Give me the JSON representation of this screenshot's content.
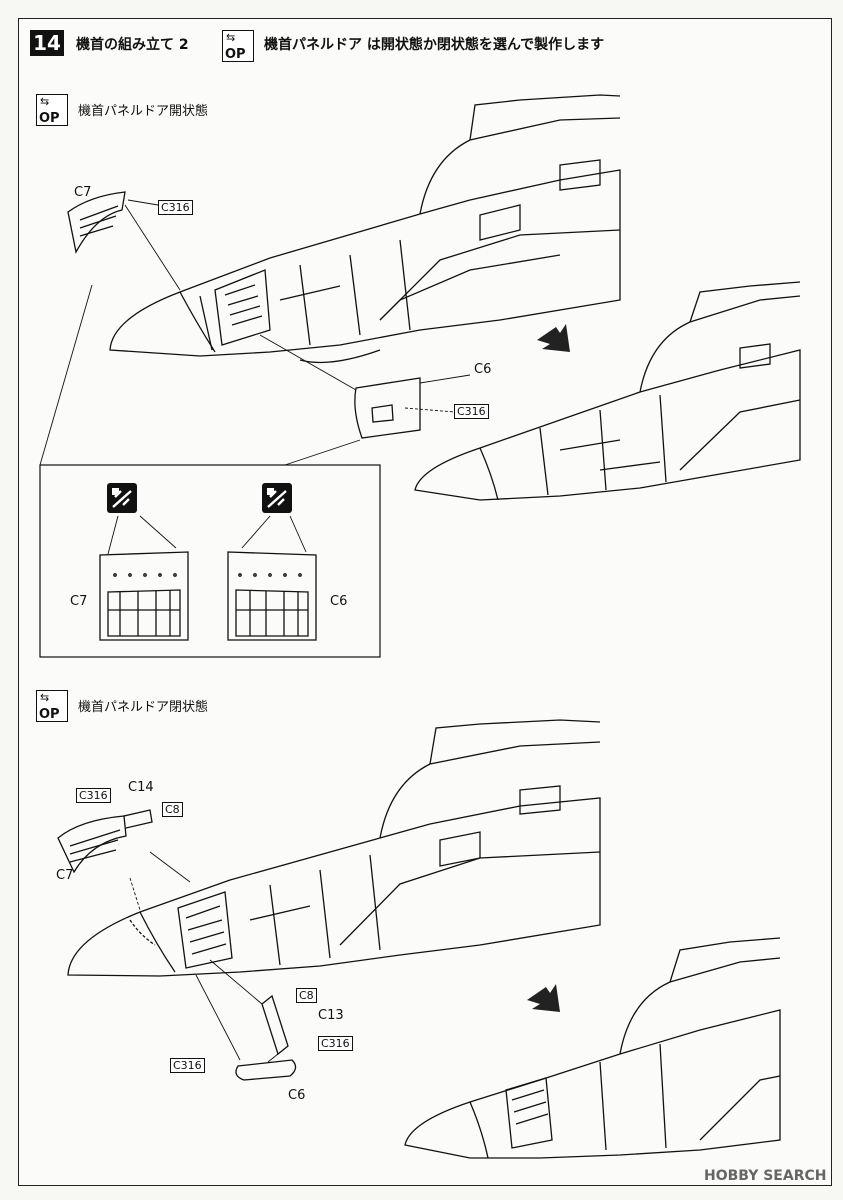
{
  "header": {
    "step_number": "14",
    "step_title": "機首の組み立て 2",
    "option_icon_text": "OP",
    "option_note": "機首パネルドア は開状態か閉状態を選んで製作します"
  },
  "section_open": {
    "icon_text": "OP",
    "title": "機首パネルドア開状態",
    "labels": {
      "door_left": "C7",
      "door_left_part": "C316",
      "door_right": "C6",
      "door_right_part": "C316"
    },
    "detail_box": {
      "left_part": "C7",
      "right_part": "C6"
    }
  },
  "section_closed": {
    "icon_text": "OP",
    "title": "機首パネルドア閉状態",
    "labels": {
      "part_c316_top": "C316",
      "part_c14": "C14",
      "part_c8_top": "C8",
      "part_c7": "C7",
      "part_c8_mid": "C8",
      "part_c13": "C13",
      "part_c316_mid": "C316",
      "part_c316_bottom": "C316",
      "part_c6": "C6"
    }
  },
  "watermark": "HOBBY SEARCH",
  "icons": {
    "option": "option-arrows-icon",
    "cut": "cut-remove-icon",
    "assembly_arrow": "assembly-arrow-icon"
  },
  "colors": {
    "line": "#111111",
    "paper": "#fbfbf9"
  }
}
